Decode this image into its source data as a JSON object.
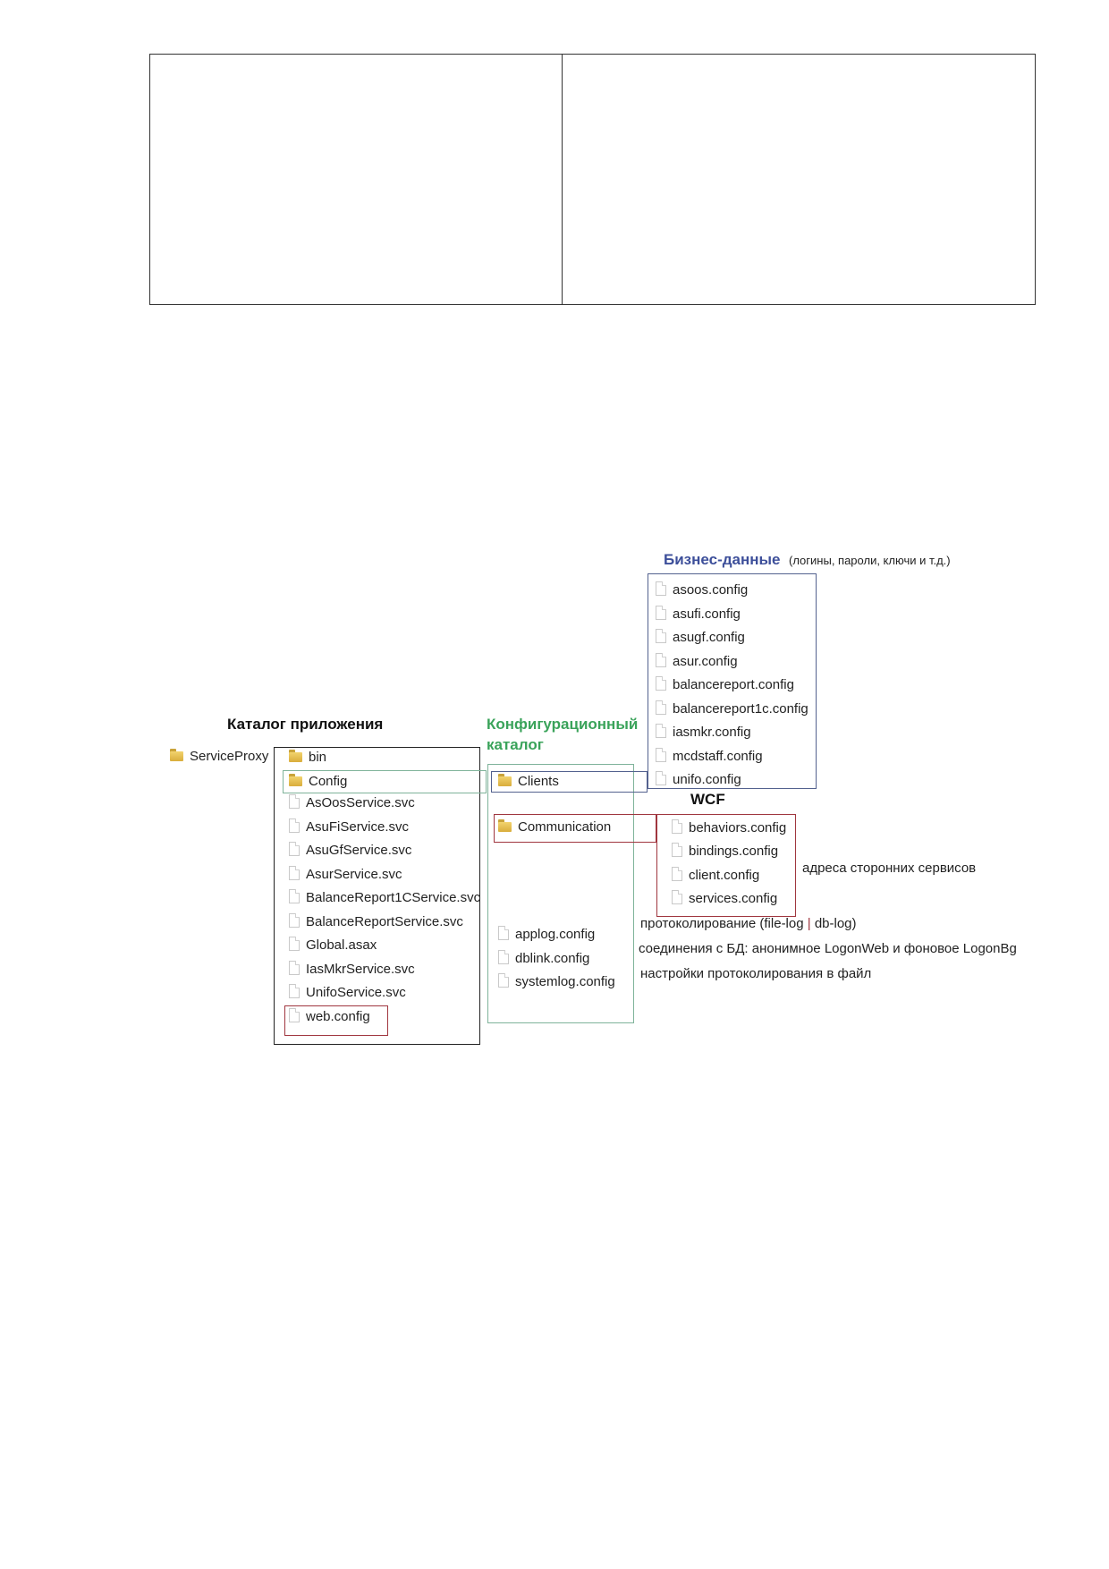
{
  "headings": {
    "app_catalog": "Каталог приложения",
    "config_catalog_line1": "Конфигурационный",
    "config_catalog_line2": "каталог",
    "business_data": "Бизнес-данные",
    "business_data_note": "(логины, пароли, ключи и т.д.)",
    "wcf": "WCF"
  },
  "root": {
    "label": "ServiceProxy",
    "icon": "folder-icon"
  },
  "app_items": [
    {
      "label": "bin",
      "icon": "folder-icon"
    },
    {
      "label": "Config",
      "icon": "folder-icon"
    },
    {
      "label": "AsOosService.svc",
      "icon": "file-icon"
    },
    {
      "label": "AsuFiService.svc",
      "icon": "file-icon"
    },
    {
      "label": "AsuGfService.svc",
      "icon": "file-icon"
    },
    {
      "label": "AsurService.svc",
      "icon": "file-icon"
    },
    {
      "label": "BalanceReport1CService.svc",
      "icon": "file-icon"
    },
    {
      "label": "BalanceReportService.svc",
      "icon": "file-icon"
    },
    {
      "label": "Global.asax",
      "icon": "file-icon"
    },
    {
      "label": "IasMkrService.svc",
      "icon": "file-icon"
    },
    {
      "label": "UnifoService.svc",
      "icon": "file-icon"
    },
    {
      "label": "web.config",
      "icon": "file-icon"
    }
  ],
  "config_items": [
    {
      "label": "Clients",
      "icon": "folder-icon"
    },
    {
      "label": "Communication",
      "icon": "folder-icon"
    },
    {
      "label": "applog.config",
      "icon": "file-icon"
    },
    {
      "label": "dblink.config",
      "icon": "file-icon"
    },
    {
      "label": "systemlog.config",
      "icon": "file-icon"
    }
  ],
  "business_items": [
    {
      "label": "asoos.config",
      "icon": "file-icon"
    },
    {
      "label": "asufi.config",
      "icon": "file-icon"
    },
    {
      "label": "asugf.config",
      "icon": "file-icon"
    },
    {
      "label": "asur.config",
      "icon": "file-icon"
    },
    {
      "label": "balancereport.config",
      "icon": "file-icon"
    },
    {
      "label": "balancereport1c.config",
      "icon": "file-icon"
    },
    {
      "label": "iasmkr.config",
      "icon": "file-icon"
    },
    {
      "label": "mcdstaff.config",
      "icon": "file-icon"
    },
    {
      "label": "unifo.config",
      "icon": "file-icon"
    }
  ],
  "wcf_items": [
    {
      "label": "behaviors.config",
      "icon": "file-icon"
    },
    {
      "label": "bindings.config",
      "icon": "file-icon"
    },
    {
      "label": "client.config",
      "icon": "file-icon"
    },
    {
      "label": "services.config",
      "icon": "file-icon"
    }
  ],
  "notes": {
    "client_config": "адреса сторонних сервисов",
    "applog_prefix": "протоколирование (file-log",
    "applog_sep": "|",
    "applog_suffix": "db-log)",
    "dblink": "соединения с БД: анонимное LogonWeb и фоновое LogonBg",
    "systemlog": "настройки протоколирования в файл"
  },
  "colors": {
    "app_heading": "#111111",
    "config_heading": "#3aa35a",
    "business_heading": "#3d4f9a",
    "box_green": "#7fb39a",
    "box_red": "#a0363f",
    "box_black": "#222222"
  }
}
